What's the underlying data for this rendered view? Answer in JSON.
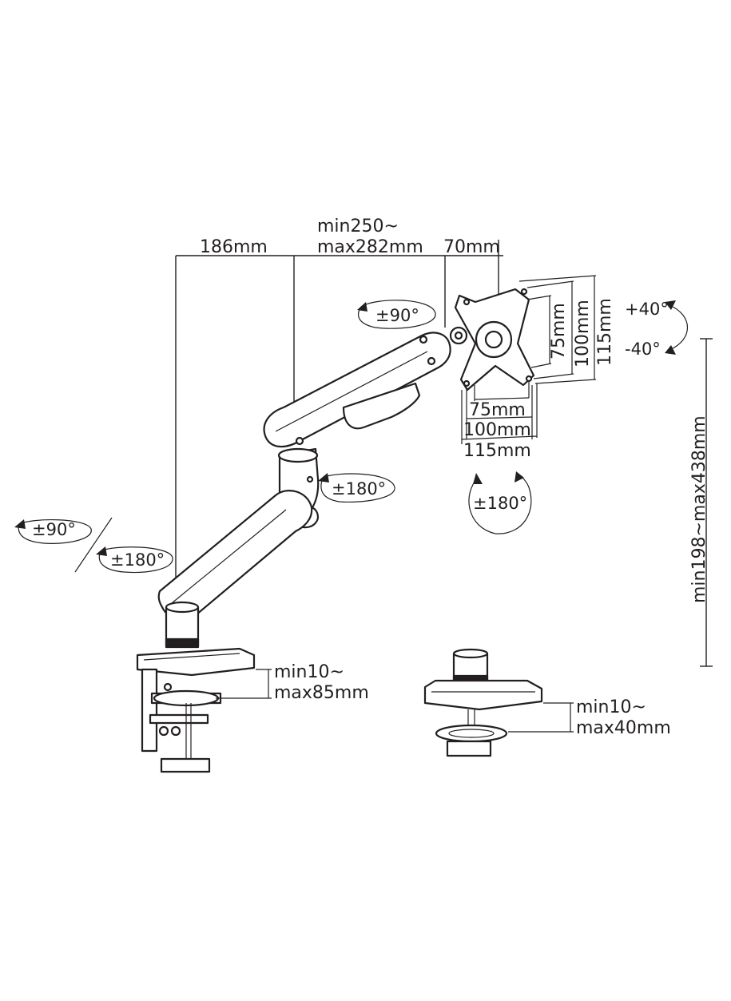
{
  "labels": {
    "arm_length_first": "186mm",
    "arm_length_second_min": "min250~",
    "arm_length_second_max": "max282mm",
    "head_offset": "70mm",
    "vesa_75_h": "75mm",
    "vesa_100_h": "100mm",
    "vesa_115_h": "115mm",
    "vesa_75_w": "75mm",
    "vesa_100_w": "100mm",
    "vesa_115_w": "115mm",
    "tilt_up": "+40°",
    "tilt_down": "-40°",
    "swivel_head": "±90°",
    "rotate_elbow": "±180°",
    "rotate_screen": "±180°",
    "swivel_base": "±90°",
    "rotate_base": "±180°",
    "height_range": "min198~max438mm",
    "clamp_range_min": "min10~",
    "clamp_range_max": "max85mm",
    "grommet_range_min": "min10~",
    "grommet_range_max": "max40mm"
  },
  "colors": {
    "line": "#231f20",
    "background": "#ffffff"
  }
}
